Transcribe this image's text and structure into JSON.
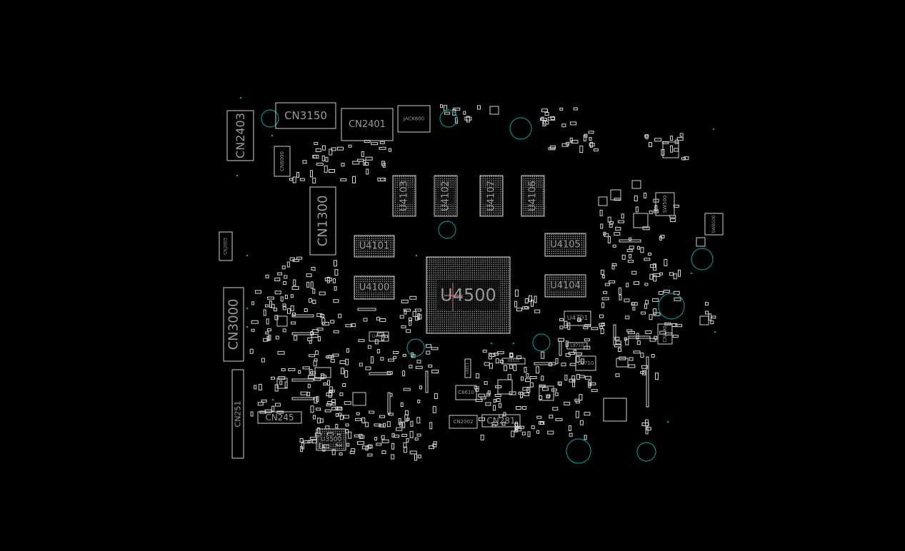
{
  "colors": {
    "background": "#000000",
    "outline": "#cfcfcf",
    "label": "#9a9a9a",
    "mounting_hole": "#0e8a8a",
    "marker": "#e07a8a"
  },
  "components": {
    "cn2403": "CN2403",
    "cn3150": "CN3150",
    "cn2401": "CN2401",
    "jack600": "JACK600",
    "cn6000": "CN6000",
    "cn1300": "CN1300",
    "cn2003": "CN2003",
    "u4103": "U4103",
    "u4102": "U4102",
    "u4107": "U4107",
    "u4106": "U4106",
    "u4101": "U4101",
    "u4100": "U4100",
    "u4500": "U4500",
    "u4105": "U4105",
    "u4104": "U4104",
    "u4701": "U4701",
    "l8710": "L8710",
    "c8710": "C8710",
    "cn3000": "CN3000",
    "cn251": "CN251",
    "cn245": "CN245",
    "u3500": "U3500",
    "cn2002": "CN2002",
    "cn281": "CN281",
    "c8610": "C8610",
    "x8521": "X8521",
    "l8611": "L8611",
    "u4641": "U4641",
    "sw500": "SW500",
    "sw8100": "SW8100",
    "cn690": "CN690"
  }
}
